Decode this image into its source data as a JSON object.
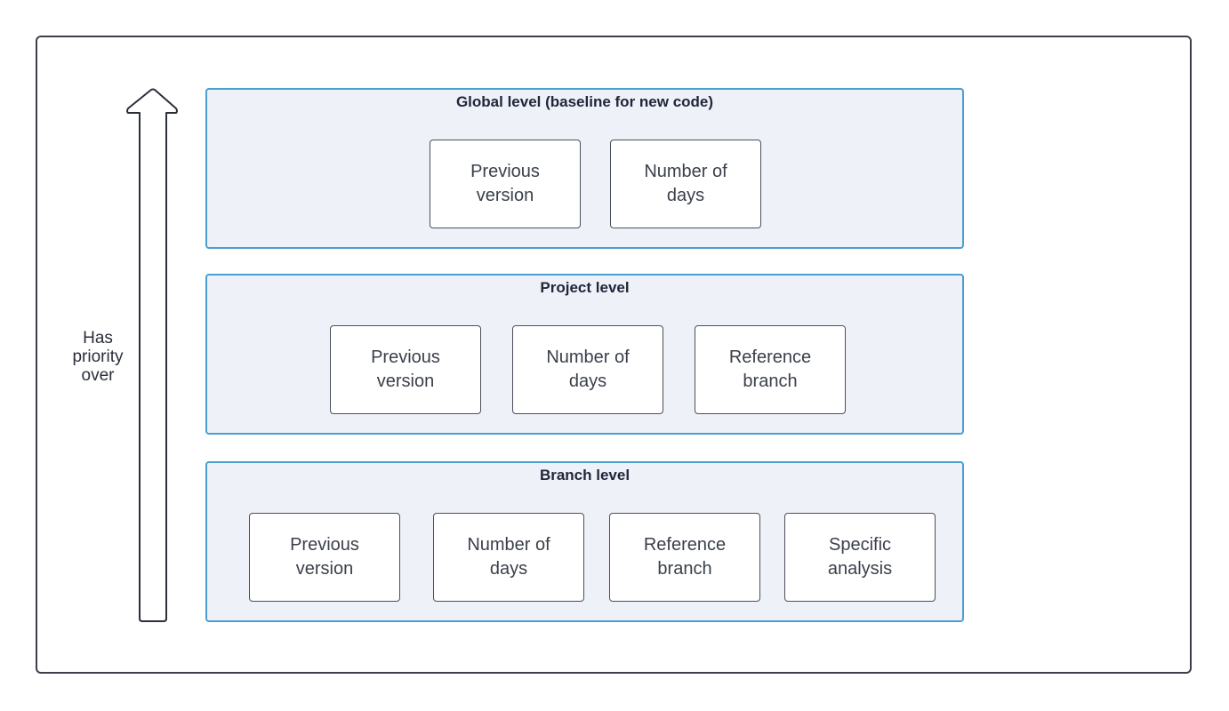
{
  "priority": {
    "line1": "Has",
    "line2": "priority",
    "line3": "over"
  },
  "levels": [
    {
      "title": "Global level (baseline for new code)",
      "options": [
        {
          "line1": "Previous",
          "line2": "version"
        },
        {
          "line1": "Number of",
          "line2": "days"
        }
      ]
    },
    {
      "title": "Project level",
      "options": [
        {
          "line1": "Previous",
          "line2": "version"
        },
        {
          "line1": "Number of",
          "line2": "days"
        },
        {
          "line1": "Reference",
          "line2": "branch"
        }
      ]
    },
    {
      "title": "Branch level",
      "options": [
        {
          "line1": "Previous",
          "line2": "version"
        },
        {
          "line1": "Number of",
          "line2": "days"
        },
        {
          "line1": "Reference",
          "line2": "branch"
        },
        {
          "line1": "Specific",
          "line2": "analysis"
        }
      ]
    }
  ],
  "colors": {
    "level_border": "#4a9fd1",
    "level_fill": "#eef2f8",
    "frame_border": "#3a3f4a"
  }
}
